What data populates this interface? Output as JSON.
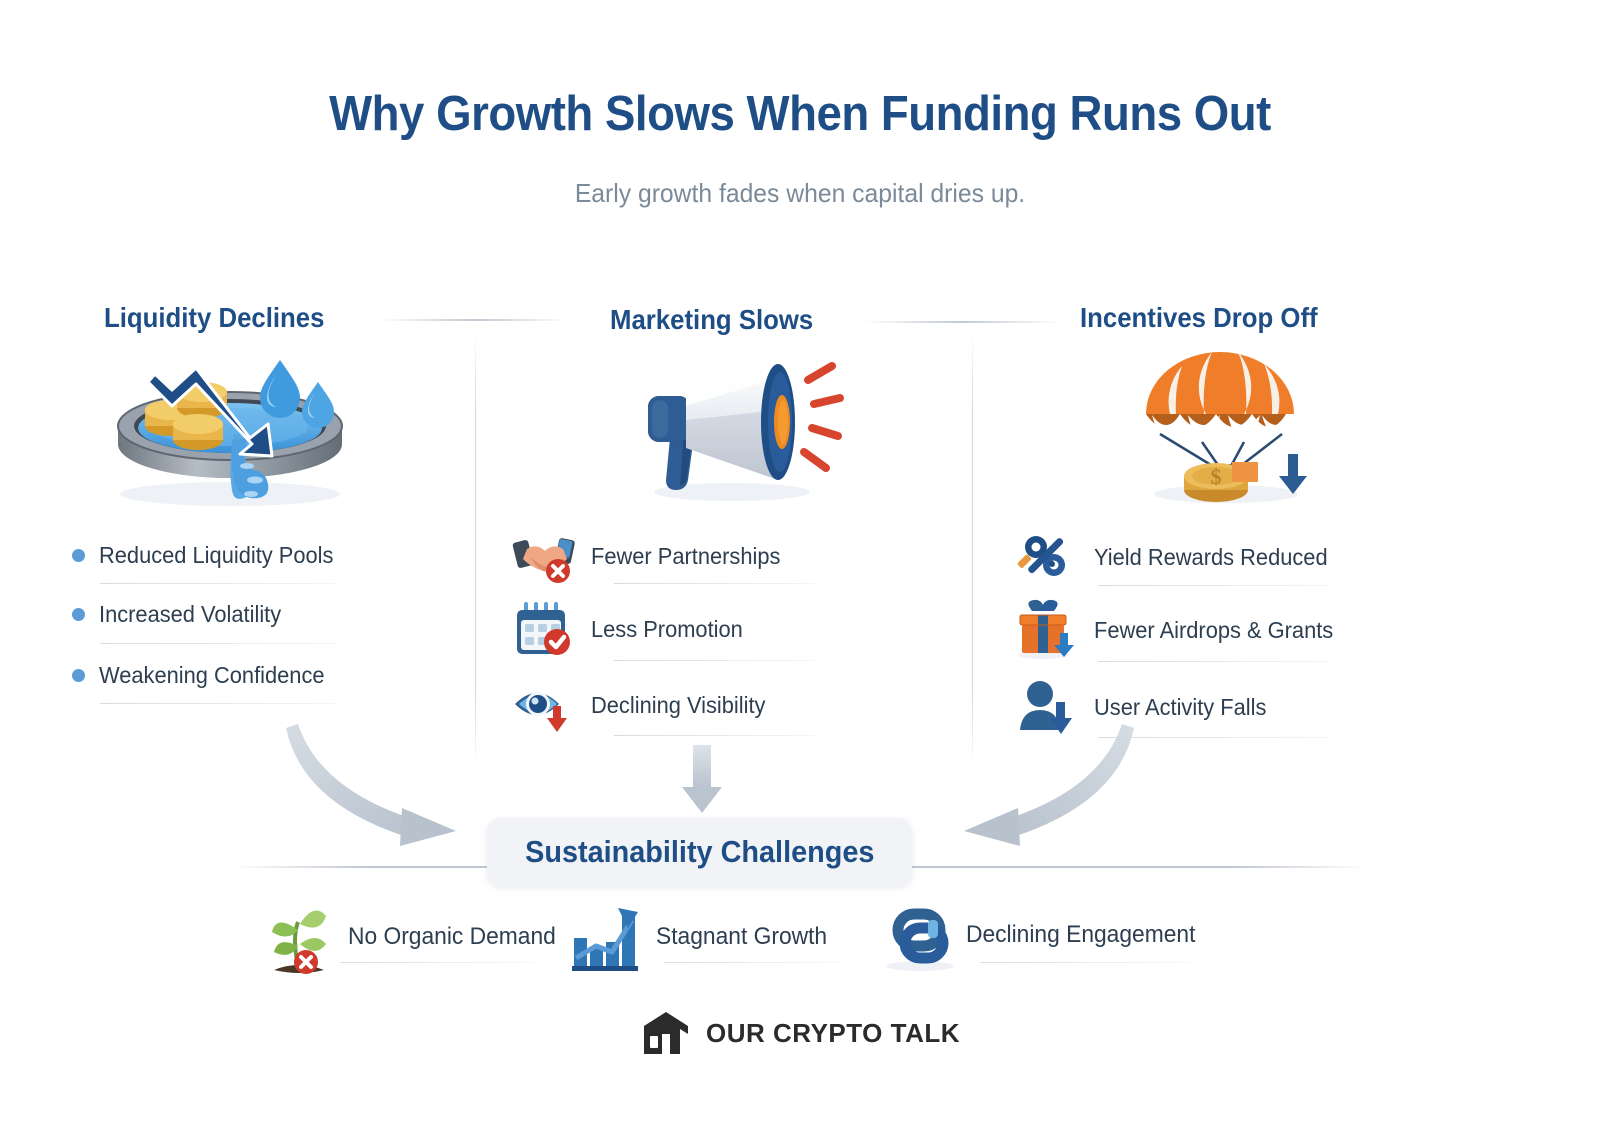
{
  "header": {
    "title": "Why Growth Slows When Funding Runs Out",
    "subtitle": "Early growth fades when capital dries up."
  },
  "colors": {
    "title_blue": "#1f4e87",
    "body_text": "#2c3e50",
    "subtitle_gray": "#7b8a99",
    "bullet_dot": "#5b9bd5",
    "accent_orange": "#e8762c",
    "accent_red": "#d03a2c",
    "arrow_gray": "#c3ccd6",
    "divider": "#ced5df",
    "box_fill": "#f1f3f6"
  },
  "columns": [
    {
      "id": "liquidity",
      "title": "Liquidity Declines",
      "illustration": "liquidity-pool-drain-illustration",
      "list_style": "bullets",
      "items": [
        {
          "label": "Reduced Liquidity Pools",
          "icon": "bullet-dot-icon"
        },
        {
          "label": "Increased Volatility",
          "icon": "bullet-dot-icon"
        },
        {
          "label": "Weakening Confidence",
          "icon": "bullet-dot-icon"
        }
      ]
    },
    {
      "id": "marketing",
      "title": "Marketing Slows",
      "illustration": "megaphone-illustration",
      "list_style": "icons",
      "items": [
        {
          "label": "Fewer Partnerships",
          "icon": "handshake-cancel-icon"
        },
        {
          "label": "Less Promotion",
          "icon": "calendar-check-icon"
        },
        {
          "label": "Declining Visibility",
          "icon": "eye-down-arrow-icon"
        }
      ]
    },
    {
      "id": "incentives",
      "title": "Incentives Drop Off",
      "illustration": "parachute-airdrop-illustration",
      "list_style": "icons",
      "items": [
        {
          "label": "Yield Rewards Reduced",
          "icon": "percent-yield-icon"
        },
        {
          "label": "Fewer Airdrops & Grants",
          "icon": "gift-box-down-arrow-icon"
        },
        {
          "label": "User Activity Falls",
          "icon": "user-down-arrow-icon"
        }
      ]
    }
  ],
  "center": {
    "label": "Sustainability Challenges",
    "incoming_arrows": [
      "curved-arrow-left-to-center",
      "straight-arrow-down-to-center",
      "curved-arrow-right-to-center"
    ]
  },
  "outcomes": [
    {
      "label": "No Organic Demand",
      "icon": "plant-cancel-icon"
    },
    {
      "label": "Stagnant Growth",
      "icon": "bar-chart-arrow-icon"
    },
    {
      "label": "Declining Engagement",
      "icon": "broken-chain-link-icon"
    }
  ],
  "footer": {
    "brand": "OUR CRYPTO TALK",
    "logo_icon": "cube-logo-icon"
  }
}
